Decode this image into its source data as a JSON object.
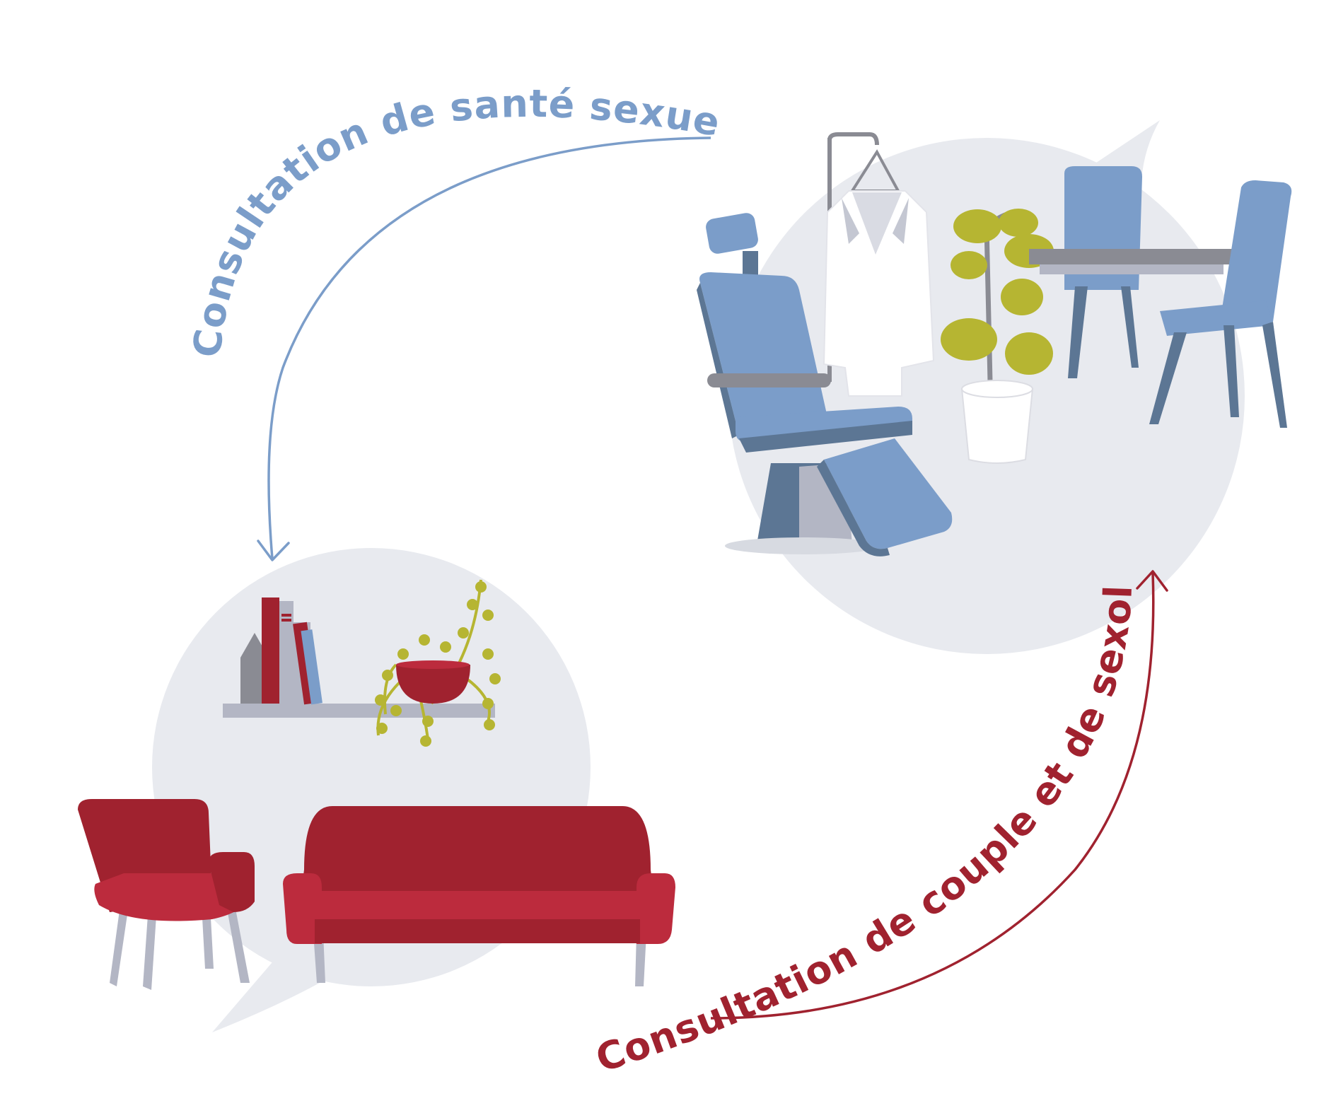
{
  "flows": [
    {
      "id": "sante",
      "label": "Consultation de santé sexuelle",
      "color": "#7b9dc9"
    },
    {
      "id": "couple",
      "label": "Consultation de couple et de sexologie",
      "color": "#a0222f"
    }
  ],
  "colors": {
    "bubble": "#e8eaef",
    "blue_light": "#7b9dc9",
    "blue_dark": "#5c7694",
    "grey_metal": "#b3b6c4",
    "grey_dark": "#8a8b93",
    "red_dark": "#a0222f",
    "red_light": "#bc2b3d",
    "plant_green": "#b6b532",
    "white": "#ffffff"
  }
}
